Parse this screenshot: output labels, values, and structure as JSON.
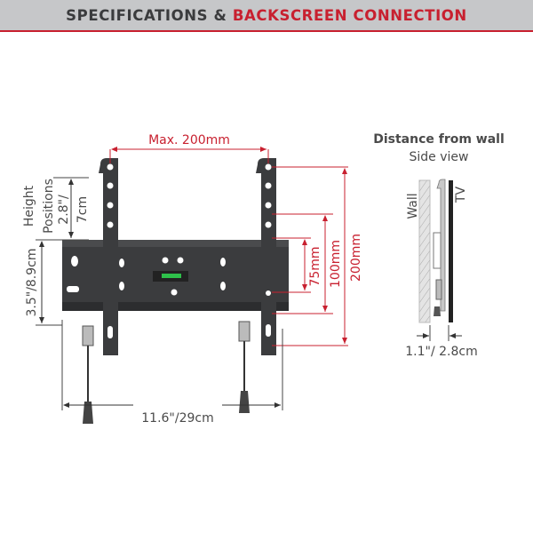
{
  "header": {
    "title_part1": "SPECIFICATIONS & ",
    "title_part2": "BACKSCREEN CONNECTION",
    "accent_color": "#c8202f"
  },
  "front_view": {
    "max_width_label": "Max. 200mm",
    "vesa_vertical": [
      "75mm",
      "100mm",
      "200mm"
    ],
    "height_positions": {
      "title_line1": "Height",
      "title_line2": "Positions",
      "value_line1": "2.8\"/",
      "value_line2": "7cm"
    },
    "plate_height_label": "3.5\"/8.9cm",
    "total_width_label": "11.6\"/29cm"
  },
  "side_view": {
    "title": "Distance from wall",
    "subtitle": "Side view",
    "wall_label": "Wall",
    "tv_label": "TV",
    "distance_label": "1.1\"/ 2.8cm"
  }
}
